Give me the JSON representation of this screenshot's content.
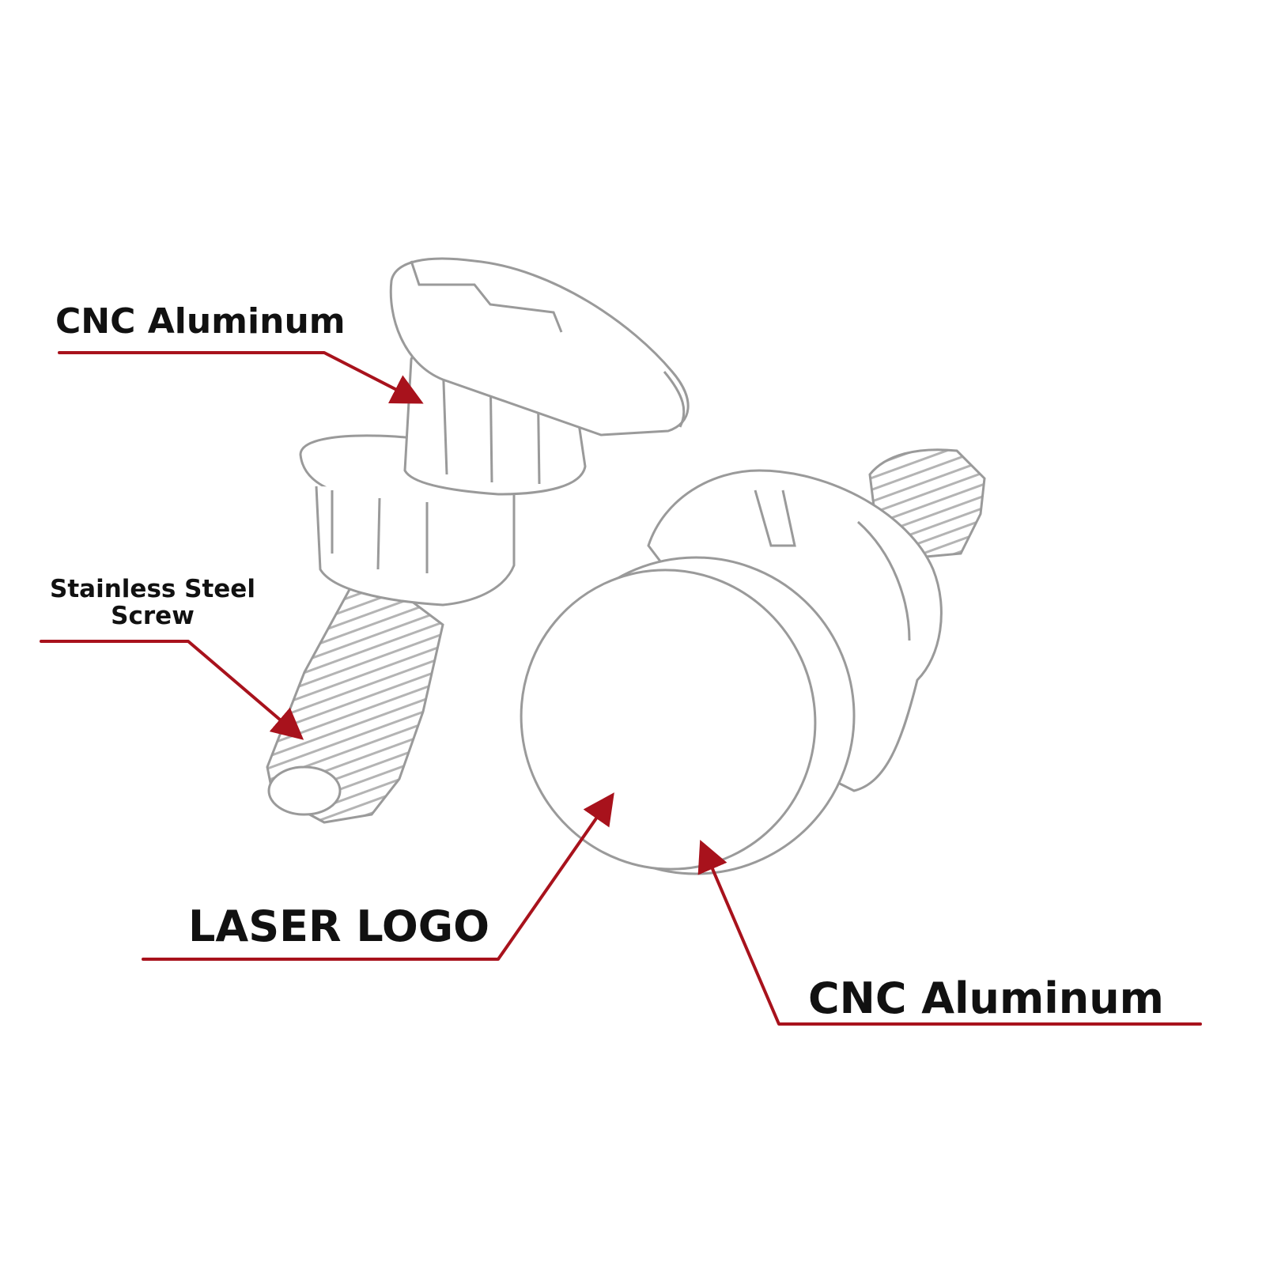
{
  "labels": {
    "cnc_aluminum_top": "CNC Aluminum",
    "stainless_line1": "Stainless Steel",
    "stainless_line2": "Screw",
    "laser_logo": "LASER LOGO",
    "cnc_aluminum_bottom": "CNC Aluminum"
  },
  "colors": {
    "callout": "#a8121c",
    "sketch": "#9a9a9a",
    "text": "#111111"
  }
}
